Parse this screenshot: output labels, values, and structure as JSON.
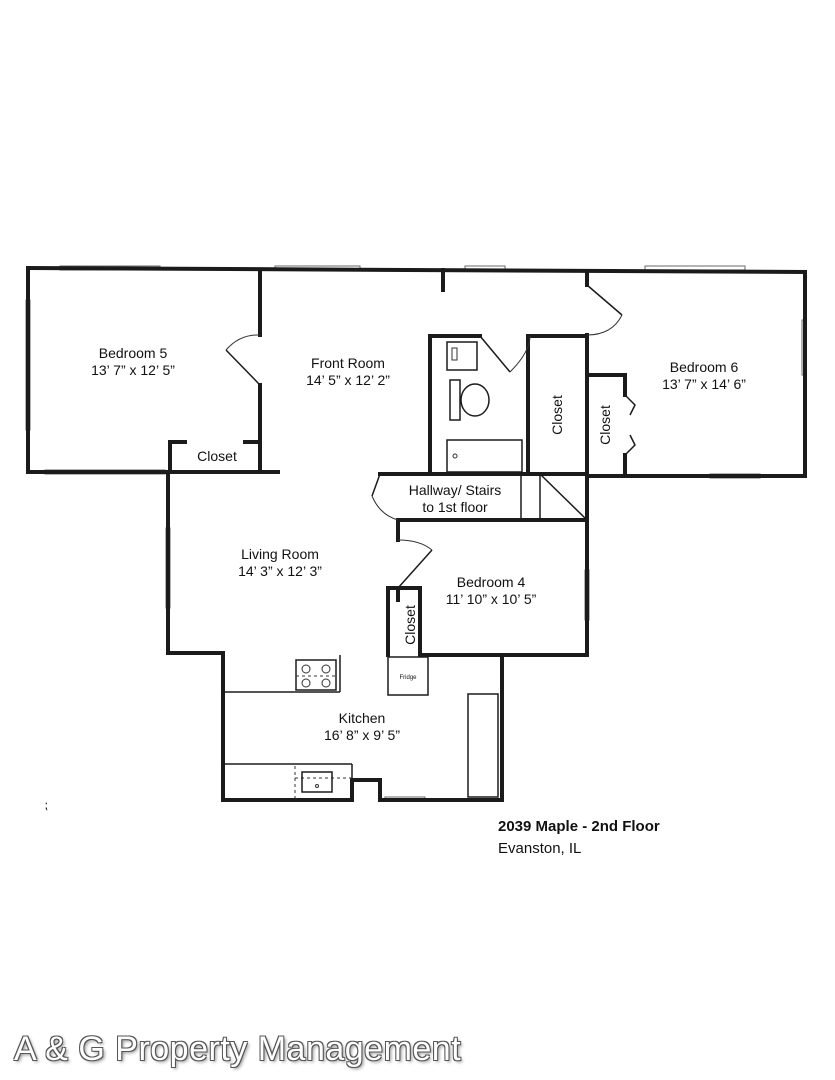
{
  "plan": {
    "title": "2039 Maple - 2nd Floor",
    "subtitle": "Evanston, IL",
    "watermark": "A & G Property Management",
    "rooms": {
      "bedroom5": {
        "name": "Bedroom 5",
        "size": "13’ 7” x 12’ 5”"
      },
      "front_room": {
        "name": "Front Room",
        "size": "14’ 5” x 12’ 2”"
      },
      "bedroom6": {
        "name": "Bedroom 6",
        "size": "13’ 7” x 14’ 6”"
      },
      "hallway": {
        "name": "Hallway/ Stairs",
        "sub": "to 1st floor"
      },
      "living_room": {
        "name": "Living Room",
        "size": "14’ 3” x 12’ 3”"
      },
      "bedroom4": {
        "name": "Bedroom 4",
        "size": "11’ 10” x 10’ 5”"
      },
      "kitchen": {
        "name": "Kitchen",
        "size": "16’ 8” x 9’ 5”"
      }
    },
    "closet_label": "Closet",
    "fridge_label": "Fridge",
    "edge_mark": "⁏"
  }
}
